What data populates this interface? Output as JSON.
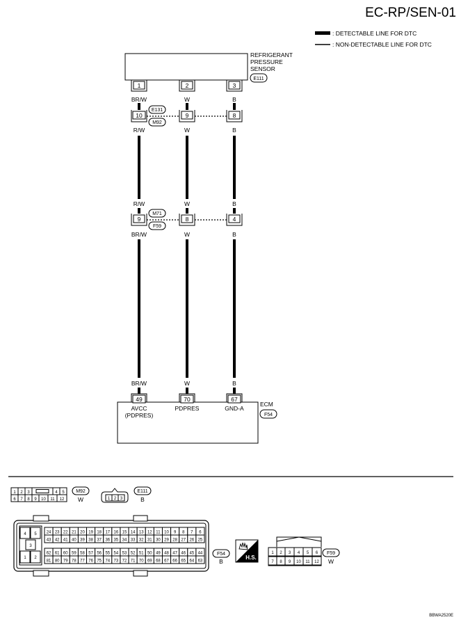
{
  "header": {
    "code": "EC-RP/SEN-01"
  },
  "legend": {
    "detectable": ": DETECTABLE LINE FOR DTC",
    "non_detectable": ": NON-DETECTABLE LINE FOR DTC"
  },
  "sensor": {
    "name_lines": [
      "REFRIGERANT",
      "PRESSURE",
      "SENSOR"
    ],
    "connector": "E111",
    "pins": [
      "1",
      "2",
      "3"
    ],
    "wire_colors": [
      "BR/W",
      "W",
      "B"
    ]
  },
  "joint1": {
    "connector_top": "E131",
    "connector_bottom": "M92",
    "pins": [
      "10",
      "9",
      "8"
    ],
    "colors_below": [
      "R/W",
      "W",
      "B"
    ]
  },
  "joint2": {
    "colors_above": [
      "R/W",
      "W",
      "B"
    ],
    "connector_top": "M71",
    "connector_bottom": "F59",
    "pins": [
      "9",
      "8",
      "4"
    ],
    "colors_below": [
      "BR/W",
      "W",
      "B"
    ]
  },
  "ecm": {
    "name": "ECM",
    "connector": "F54",
    "colors_above": [
      "BR/W",
      "W",
      "B"
    ],
    "pins": [
      "49",
      "70",
      "67"
    ],
    "terminal_lines": [
      [
        "AVCC",
        "(PDPRES)"
      ],
      [
        "PDPRES"
      ],
      [
        "GND-A"
      ]
    ]
  },
  "connectors": {
    "m92": {
      "id": "M92",
      "color": "W",
      "row1": [
        "1",
        "2",
        "3",
        "",
        "4",
        "5"
      ],
      "row2": [
        "6",
        "7",
        "8",
        "9",
        "10",
        "11",
        "12"
      ]
    },
    "e111": {
      "id": "E111",
      "color": "B",
      "pins": [
        "1",
        "2",
        "3"
      ]
    },
    "f54": {
      "id": "F54",
      "color": "B",
      "left_pins": [
        "4",
        "5",
        "3",
        "1",
        "2"
      ],
      "row1": [
        "24",
        "23",
        "22",
        "21",
        "20",
        "19",
        "18",
        "17",
        "16",
        "15",
        "14",
        "13",
        "12",
        "11",
        "10",
        "9",
        "8",
        "7",
        "6"
      ],
      "row2": [
        "43",
        "42",
        "41",
        "40",
        "39",
        "38",
        "37",
        "36",
        "35",
        "34",
        "33",
        "32",
        "31",
        "30",
        "29",
        "28",
        "27",
        "26",
        "25"
      ],
      "row3": [
        "62",
        "61",
        "60",
        "59",
        "58",
        "57",
        "56",
        "55",
        "54",
        "53",
        "52",
        "51",
        "50",
        "49",
        "48",
        "47",
        "46",
        "45",
        "44"
      ],
      "row4": [
        "81",
        "80",
        "79",
        "78",
        "77",
        "76",
        "75",
        "74",
        "73",
        "72",
        "71",
        "70",
        "69",
        "68",
        "67",
        "66",
        "65",
        "64",
        "63"
      ]
    },
    "hs_badge": "H.S.",
    "f59": {
      "id": "F59",
      "color": "W",
      "row1": [
        "1",
        "2",
        "3",
        "4",
        "5",
        "6"
      ],
      "row2": [
        "7",
        "8",
        "9",
        "10",
        "11",
        "12"
      ]
    }
  },
  "footer": {
    "ref": "BBWA2520E"
  }
}
